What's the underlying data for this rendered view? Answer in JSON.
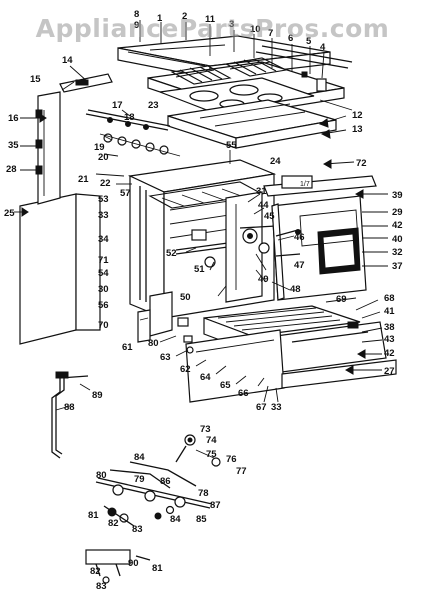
{
  "watermark": "AppliancePartsPros.com",
  "callouts": [
    {
      "id": "c8",
      "text": "8"
    },
    {
      "id": "c9",
      "text": "9"
    },
    {
      "id": "c2",
      "text": "2"
    },
    {
      "id": "c1",
      "text": "1"
    },
    {
      "id": "c11",
      "text": "11"
    },
    {
      "id": "c3",
      "text": "3"
    },
    {
      "id": "c10",
      "text": "10"
    },
    {
      "id": "c7",
      "text": "7"
    },
    {
      "id": "c6",
      "text": "6"
    },
    {
      "id": "c5",
      "text": "5"
    },
    {
      "id": "c4",
      "text": "4"
    },
    {
      "id": "c14",
      "text": "14"
    },
    {
      "id": "c15",
      "text": "15"
    },
    {
      "id": "c16",
      "text": "16"
    },
    {
      "id": "c17",
      "text": "17"
    },
    {
      "id": "c23",
      "text": "23"
    },
    {
      "id": "c18",
      "text": "18"
    },
    {
      "id": "c12",
      "text": "12"
    },
    {
      "id": "c13",
      "text": "13"
    },
    {
      "id": "c35",
      "text": "35"
    },
    {
      "id": "c19",
      "text": "19"
    },
    {
      "id": "c20",
      "text": "20"
    },
    {
      "id": "c28",
      "text": "28"
    },
    {
      "id": "c55",
      "text": "55"
    },
    {
      "id": "c24",
      "text": "24"
    },
    {
      "id": "c72",
      "text": "72"
    },
    {
      "id": "c21",
      "text": "21"
    },
    {
      "id": "c22",
      "text": "22"
    },
    {
      "id": "c57",
      "text": "57"
    },
    {
      "id": "c31",
      "text": "31"
    },
    {
      "id": "c39",
      "text": "39"
    },
    {
      "id": "c25",
      "text": "25"
    },
    {
      "id": "c53",
      "text": "53"
    },
    {
      "id": "c44",
      "text": "44"
    },
    {
      "id": "c45",
      "text": "45"
    },
    {
      "id": "c29",
      "text": "29"
    },
    {
      "id": "c42a",
      "text": "42"
    },
    {
      "id": "c33a",
      "text": "33"
    },
    {
      "id": "c46",
      "text": "46"
    },
    {
      "id": "c40",
      "text": "40"
    },
    {
      "id": "c34",
      "text": "34"
    },
    {
      "id": "c52",
      "text": "52"
    },
    {
      "id": "c32",
      "text": "32"
    },
    {
      "id": "c71",
      "text": "71"
    },
    {
      "id": "c51",
      "text": "51"
    },
    {
      "id": "c47",
      "text": "47"
    },
    {
      "id": "c37",
      "text": "37"
    },
    {
      "id": "c54",
      "text": "54"
    },
    {
      "id": "c49",
      "text": "49"
    },
    {
      "id": "c48",
      "text": "48"
    },
    {
      "id": "c30",
      "text": "30"
    },
    {
      "id": "c56",
      "text": "56"
    },
    {
      "id": "c50",
      "text": "50"
    },
    {
      "id": "c69",
      "text": "69"
    },
    {
      "id": "c68",
      "text": "68"
    },
    {
      "id": "c41",
      "text": "41"
    },
    {
      "id": "c70",
      "text": "70"
    },
    {
      "id": "c38",
      "text": "38"
    },
    {
      "id": "c80",
      "text": "80"
    },
    {
      "id": "c43",
      "text": "43"
    },
    {
      "id": "c61",
      "text": "61"
    },
    {
      "id": "c63",
      "text": "63"
    },
    {
      "id": "c62",
      "text": "62"
    },
    {
      "id": "c64",
      "text": "64"
    },
    {
      "id": "c65",
      "text": "65"
    },
    {
      "id": "c66",
      "text": "66"
    },
    {
      "id": "c42b",
      "text": "42"
    },
    {
      "id": "c27",
      "text": "27"
    },
    {
      "id": "c67",
      "text": "67"
    },
    {
      "id": "c33b",
      "text": "33"
    },
    {
      "id": "c89",
      "text": "89"
    },
    {
      "id": "c88",
      "text": "88"
    },
    {
      "id": "c73",
      "text": "73"
    },
    {
      "id": "c74",
      "text": "74"
    },
    {
      "id": "c75",
      "text": "75"
    },
    {
      "id": "c76",
      "text": "76"
    },
    {
      "id": "c77",
      "text": "77"
    },
    {
      "id": "c84a",
      "text": "84"
    },
    {
      "id": "c80b",
      "text": "80"
    },
    {
      "id": "c79",
      "text": "79"
    },
    {
      "id": "c86",
      "text": "86"
    },
    {
      "id": "c78",
      "text": "78"
    },
    {
      "id": "c87",
      "text": "87"
    },
    {
      "id": "c81a",
      "text": "81"
    },
    {
      "id": "c82a",
      "text": "82"
    },
    {
      "id": "c83a",
      "text": "83"
    },
    {
      "id": "c84b",
      "text": "84"
    },
    {
      "id": "c85",
      "text": "85"
    },
    {
      "id": "c90",
      "text": "90"
    },
    {
      "id": "c81b",
      "text": "81"
    },
    {
      "id": "c82b",
      "text": "82"
    },
    {
      "id": "c83b",
      "text": "83"
    }
  ]
}
